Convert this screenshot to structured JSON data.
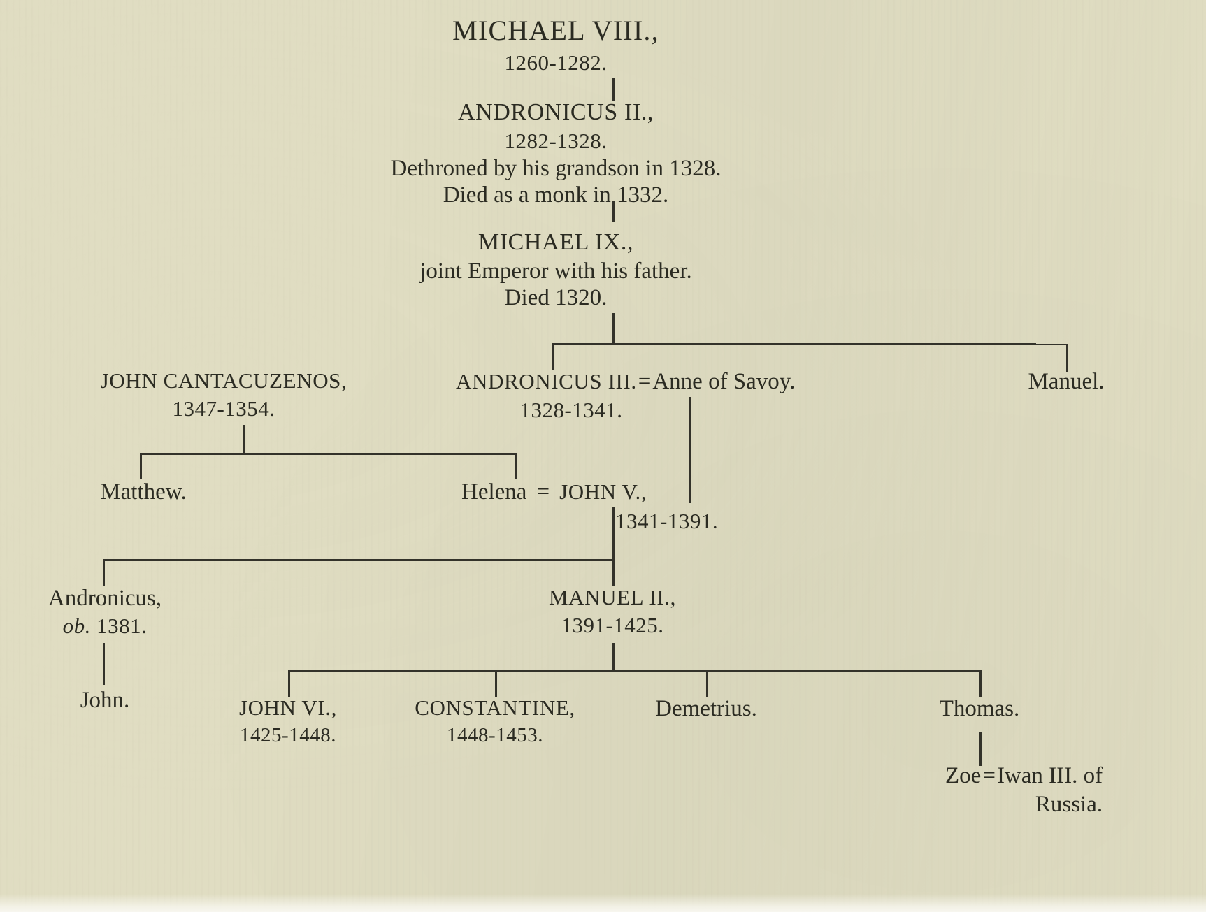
{
  "document": {
    "kind": "genealogical-tree",
    "subject": "Byzantine Emperors of the House of Palaiologos"
  },
  "nodes": {
    "michael8": {
      "name": "MICHAEL VIII.,",
      "dates": "1260-1282."
    },
    "andronicus2": {
      "name": "ANDRONICUS II.,",
      "dates": "1282-1328.",
      "note1": "Dethroned by his grandson in 1328.",
      "note2": "Died as a monk in 1332."
    },
    "michael9": {
      "name": "MICHAEL IX.,",
      "note1": "joint Emperor with his father.",
      "note2": "Died 1320."
    },
    "john_cantacuzenos": {
      "name": "JOHN CANTACUZENOS,",
      "dates": "1347-1354."
    },
    "andronicus3": {
      "name": "ANDRONICUS III.",
      "dates": "1328-1341."
    },
    "marriage_1": {
      "symbol": "="
    },
    "anne_of_savoy": {
      "name": "Anne of Savoy."
    },
    "manuel": {
      "name": "Manuel."
    },
    "matthew": {
      "name": "Matthew."
    },
    "helena": {
      "name": "Helena"
    },
    "marriage_2": {
      "symbol": "="
    },
    "john5": {
      "name": "JOHN V.,",
      "dates": "1341-1391."
    },
    "andronicus_ob": {
      "name": "Andronicus,",
      "ob_label": "ob.",
      "ob_year": "1381."
    },
    "john_son": {
      "name": "John."
    },
    "manuel2": {
      "name": "MANUEL II.,",
      "dates": "1391-1425."
    },
    "john6": {
      "name": "JOHN VI.,",
      "dates": "1425-1448."
    },
    "constantine": {
      "name": "CONSTANTINE,",
      "dates": "1448-1453."
    },
    "demetrius": {
      "name": "Demetrius."
    },
    "thomas": {
      "name": "Thomas."
    },
    "zoe": {
      "name": "Zoe"
    },
    "marriage_3": {
      "symbol": "="
    },
    "iwan3": {
      "line1": "Iwan III. of",
      "line2": "Russia."
    }
  },
  "colors": {
    "paper": "#e0ddc2",
    "ink": "#2b2b22",
    "rule": "#33322a"
  }
}
